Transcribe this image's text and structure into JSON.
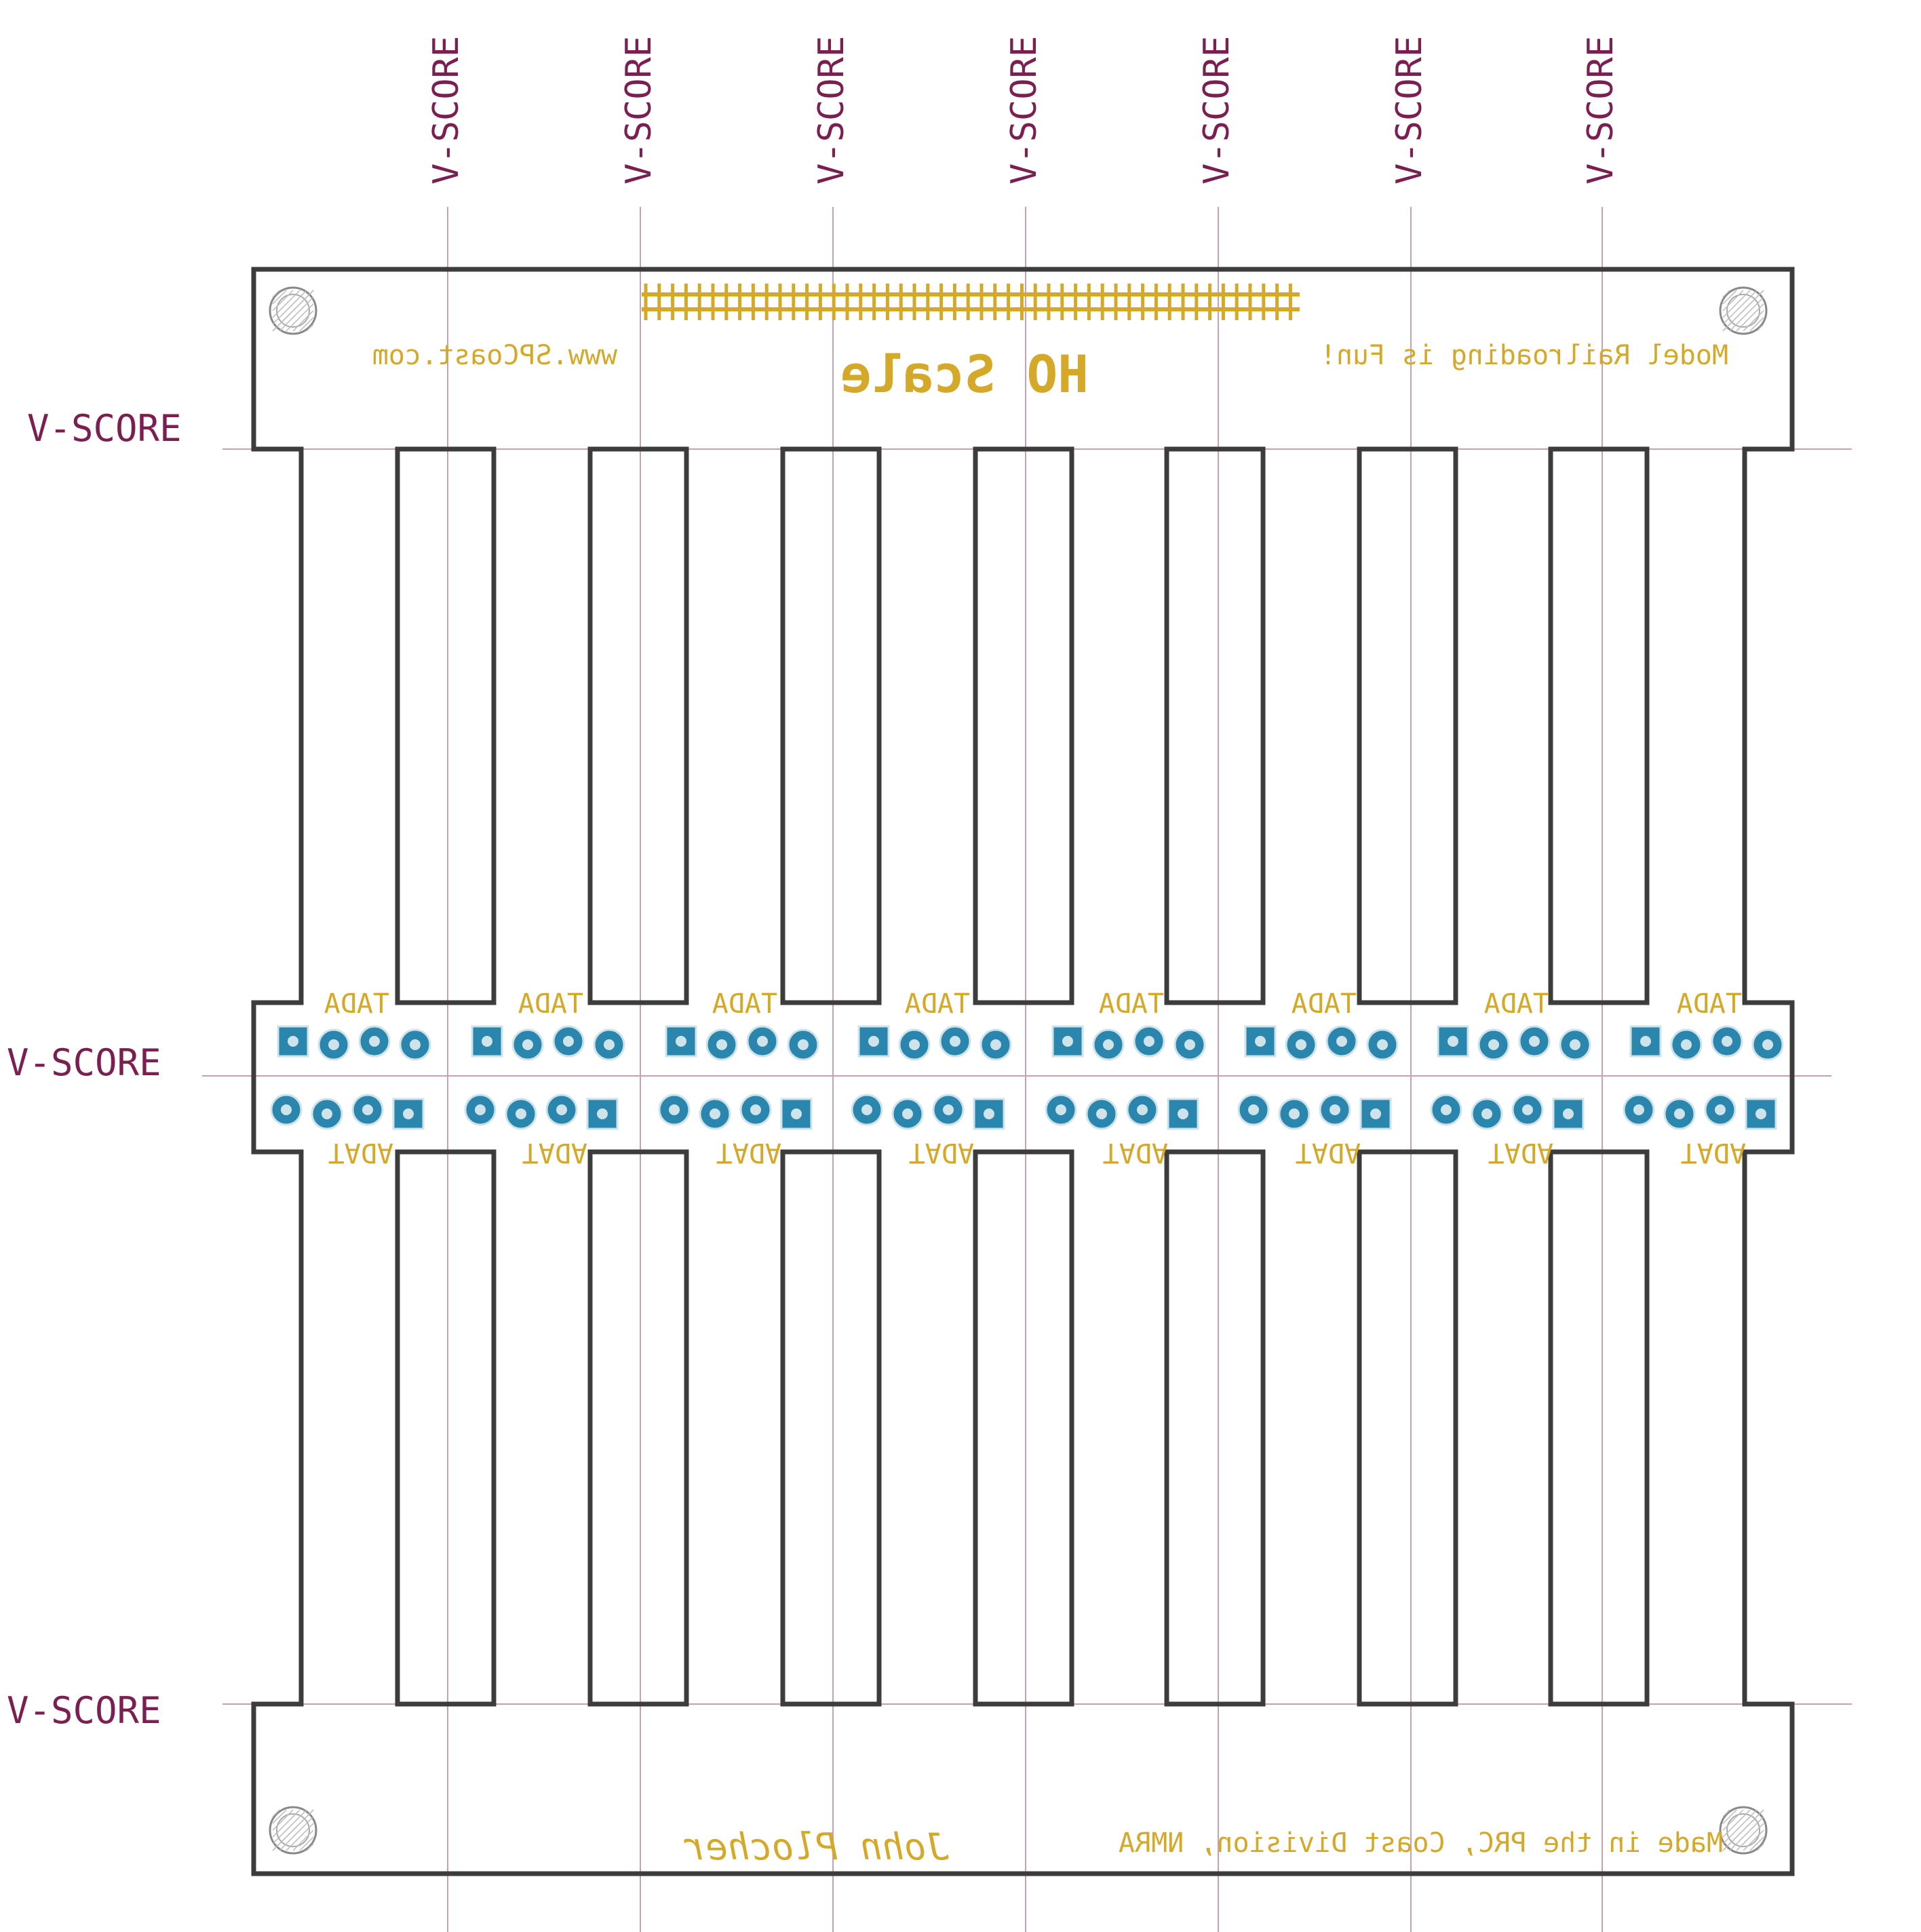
{
  "vscore_label": "V-SCORE",
  "board": {
    "title": "HO Scale",
    "website": "www.SPCoast.com",
    "slogan": "Model Railroading is Fun!",
    "author": "John Plocher",
    "origin": "Made in the PRC, Coast Division, NMRA"
  },
  "module_label_top": "TADA",
  "module_label_bottom": "ADAT",
  "colors": {
    "outline": "#3c3c3c",
    "vscore": "#7a1f4f",
    "vscore_line": "#c8a0b4",
    "silk": "#d4a92a",
    "pad": "#2a86ad",
    "pad_ring": "#cfe3ea"
  }
}
